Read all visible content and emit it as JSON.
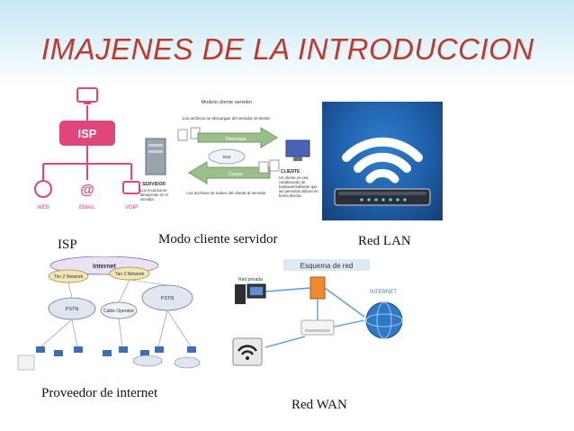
{
  "slide": {
    "title": "IMAJENES DE LA INTRODUCCION"
  },
  "captions": {
    "isp": "ISP",
    "client_server": "Modo cliente servidor",
    "lan": "Red LAN",
    "internet_provider": "Proveedor de internet",
    "wan": "Red WAN"
  },
  "isp_diagram": {
    "center_label": "ISP",
    "endpoints": [
      "WEB",
      "EMAIL",
      "VOIP"
    ]
  },
  "client_server_diagram": {
    "title": "Modelo cliente servidor",
    "top_note": "Los archivos se descargan del servidor al cliente.",
    "download_label": "Descargar",
    "network_label": "Red",
    "upload_label": "Cargar",
    "bottom_note": "Los archivos se suben del cliente al servidor.",
    "server_label": "SERVIDOR",
    "server_desc": "Los recursos se almacenan en el servidor.",
    "client_label": "CLIENTE",
    "client_desc": "Un cliente es una combinación de hardware/software que las personas utilizan en forma directa."
  },
  "provider_diagram": {
    "internet_label": "Internet",
    "tier2_left": "Tier 2 Network",
    "tier2_right": "Tier 2 Network",
    "pstn_left": "PSTN",
    "pstn_right": "PSTN",
    "cable_operator": "Cable Operator"
  },
  "wan_diagram": {
    "title": "Esquema de red",
    "private_network": "Red privada",
    "internet_label": "INTERNET"
  },
  "colors": {
    "title": "#c0392b",
    "isp_pink": "#e0457b",
    "lan_blue": "#1f5fa8",
    "wan_title_bg": "#dceaf6"
  }
}
